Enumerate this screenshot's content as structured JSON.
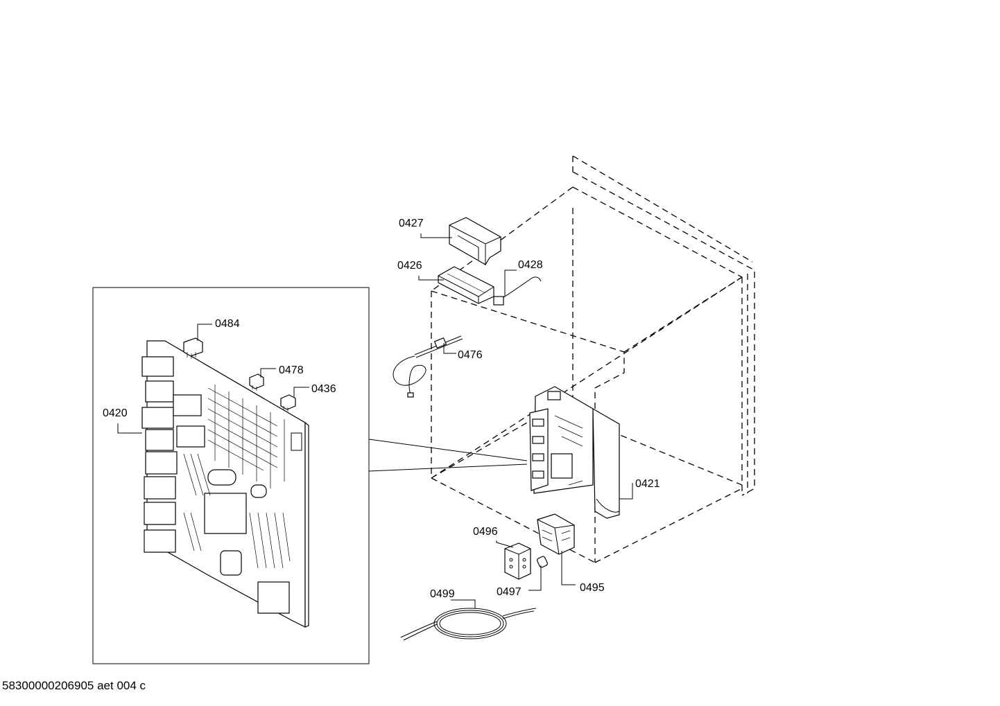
{
  "labels": {
    "l0427": "0427",
    "l0426": "0426",
    "l0428": "0428",
    "l0476": "0476",
    "l0484": "0484",
    "l0478": "0478",
    "l0436": "0436",
    "l0420": "0420",
    "l0421": "0421",
    "l0496": "0496",
    "l0495": "0495",
    "l0497": "0497",
    "l0499": "0499"
  },
  "footer": {
    "drawing_id": "58300000206905 aet 004 c"
  }
}
